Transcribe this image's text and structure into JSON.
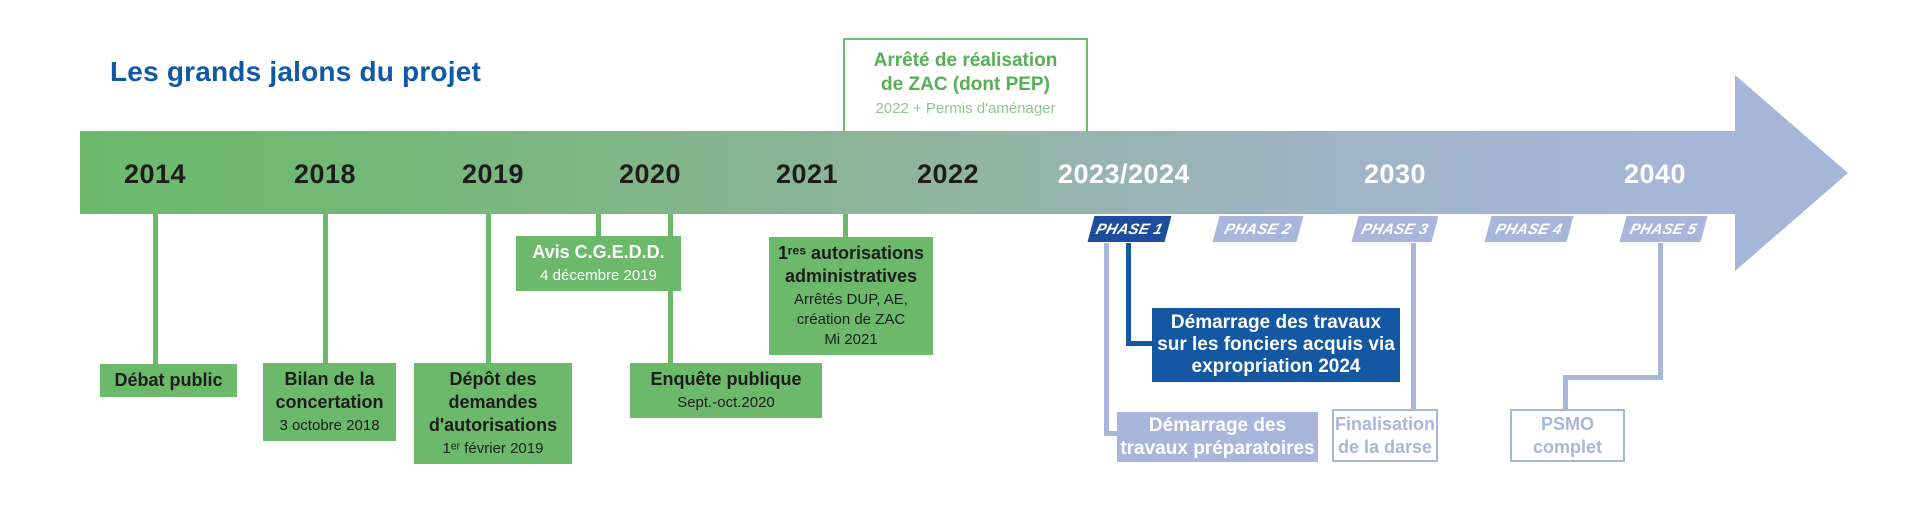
{
  "title": "Les grands jalons du projet",
  "colors": {
    "green": "#6cb96c",
    "dark_blue": "#1457a3",
    "light_blue": "#a9b6dc",
    "title_blue": "#1059a8",
    "arrow_end": "#a6b6d9"
  },
  "timeline": {
    "years": [
      {
        "label": "2014"
      },
      {
        "label": "2018"
      },
      {
        "label": "2019"
      },
      {
        "label": "2020"
      },
      {
        "label": "2021"
      },
      {
        "label": "2022"
      },
      {
        "label": "2023/2024"
      },
      {
        "label": "2030"
      },
      {
        "label": "2040"
      }
    ]
  },
  "top_callout": {
    "title": "Arrêté de réalisation\nde ZAC (dont PEP)",
    "subtitle": "2022 + Permis d'aménager"
  },
  "green_milestones": [
    {
      "title": "Débat public"
    },
    {
      "title": "Bilan de la\nconcertation",
      "date": "3 octobre 2018"
    },
    {
      "title": "Dépôt des\ndemandes\nd'autorisations",
      "date": "1ᵉʳ février 2019"
    },
    {
      "title": "Avis C.G.E.D.D.",
      "date": "4 décembre 2019"
    },
    {
      "title": "Enquête publique",
      "date": "Sept.-oct.2020"
    },
    {
      "title": "1ʳᵉˢ autorisations\nadministratives",
      "date": "Arrêtés DUP, AE,\ncréation de ZAC\nMi 2021"
    }
  ],
  "phases": [
    {
      "label": "PHASE 1"
    },
    {
      "label": "PHASE 2"
    },
    {
      "label": "PHASE 3"
    },
    {
      "label": "PHASE 4"
    },
    {
      "label": "PHASE 5"
    }
  ],
  "blue_milestones": [
    {
      "title": "Démarrage des travaux\nsur les fonciers acquis via\nexpropriation 2024"
    },
    {
      "title": "Démarrage des\ntravaux préparatoires"
    },
    {
      "title": "Finalisation\nde la darse"
    },
    {
      "title": "PSMO\ncomplet"
    }
  ]
}
